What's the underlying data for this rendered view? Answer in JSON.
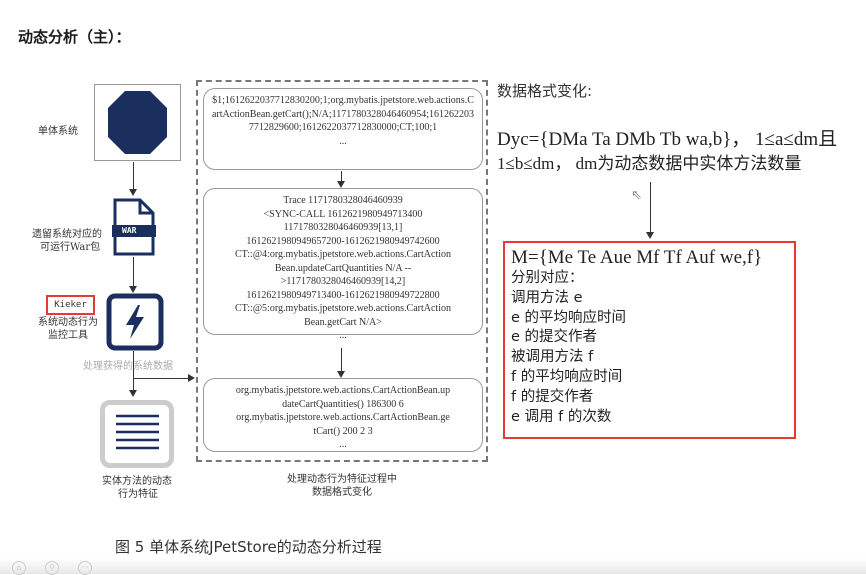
{
  "header": {
    "title": "动态分析（主）："
  },
  "left": {
    "monolith_label": "单体系统",
    "war_label_1": "遗留系统对应的",
    "war_label_2": "可运行War包",
    "war_icon_text": "WAR",
    "kieker": "Kieker",
    "monitor_label_1": "系统动态行为",
    "monitor_label_2": "监控工具",
    "process_label": "处理获得的系统数据",
    "feature_label_1": "实体方法的动态",
    "feature_label_2": "行为特征"
  },
  "middle": {
    "box1": "$1;1612622037712830200;1;org.mybatis.jpetstore.web.actions.CartActionBean.getCart();N/A;1171780328046460954;1612622037712829600;1612622037712830000;CT;100;1",
    "box1_more": "...",
    "box2_lines": [
      "Trace 1171780328046460939",
      "<SYNC-CALL 1612621980949713400",
      "1171780328046460939[13,1]",
      "1612621980949657200-1612621980949742600",
      "CT::@4:org.mybatis.jpetstore.web.actions.CartAction",
      "Bean.updateCartQuantities N/A --",
      ">1171780328046460939[14,2]",
      "1612621980949713400-1612621980949722800",
      "CT::@5:org.mybatis.jpetstore.web.actions.CartAction",
      "Bean.getCart N/A>"
    ],
    "box2_more": "...",
    "box3_lines": [
      "org.mybatis.jpetstore.web.actions.CartActionBean.up",
      "dateCartQuantities() 186300 6",
      "org.mybatis.jpetstore.web.actions.CartActionBean.ge",
      "tCart() 200 2 3"
    ],
    "box3_more": "...",
    "caption_1": "处理动态行为特征过程中",
    "caption_2": "数据格式变化"
  },
  "right": {
    "heading": "数据格式变化:",
    "dyc_line1": "Dyc={DMa Ta DMb Tb wa,b}， 1≤a≤dm且",
    "dyc_line2": "1≤b≤dm， dm为动态数据中实体方法数量",
    "m_formula": "M={Me Te Aue Mf Tf Auf we,f}",
    "items": [
      "分别对应：",
      "调用方法 e",
      "e 的平均响应时间",
      "e 的提交作者",
      "被调用方法 f",
      "f 的平均响应时间",
      "f 的提交作者",
      "e 调用 f 的次数"
    ]
  },
  "figure_caption": "图 5 单体系统JPetStore的动态分析过程",
  "colors": {
    "navy": "#1b2f5e",
    "red": "#e53935"
  }
}
